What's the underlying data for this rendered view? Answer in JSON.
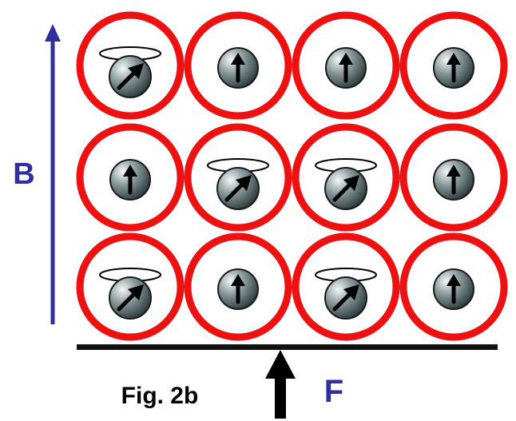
{
  "labels": {
    "field": "B",
    "force": "F",
    "figure": "Fig. 2b"
  },
  "colors": {
    "cell_ring": "#ee1111",
    "field_arrow": "#2f2fa0",
    "field_label": "#2f2fa0",
    "force_label": "#2f2fa0",
    "plate": "#111111",
    "force_arrow": "#000000",
    "spin_arrow": "#000000",
    "orbit": "#000000",
    "figure_label": "#000000"
  },
  "grid": {
    "rows": 3,
    "cols": 4,
    "cells": [
      [
        "tilted",
        "up",
        "up",
        "up"
      ],
      [
        "up",
        "tilted",
        "tilted",
        "up"
      ],
      [
        "tilted",
        "up",
        "tilted",
        "up"
      ]
    ]
  }
}
